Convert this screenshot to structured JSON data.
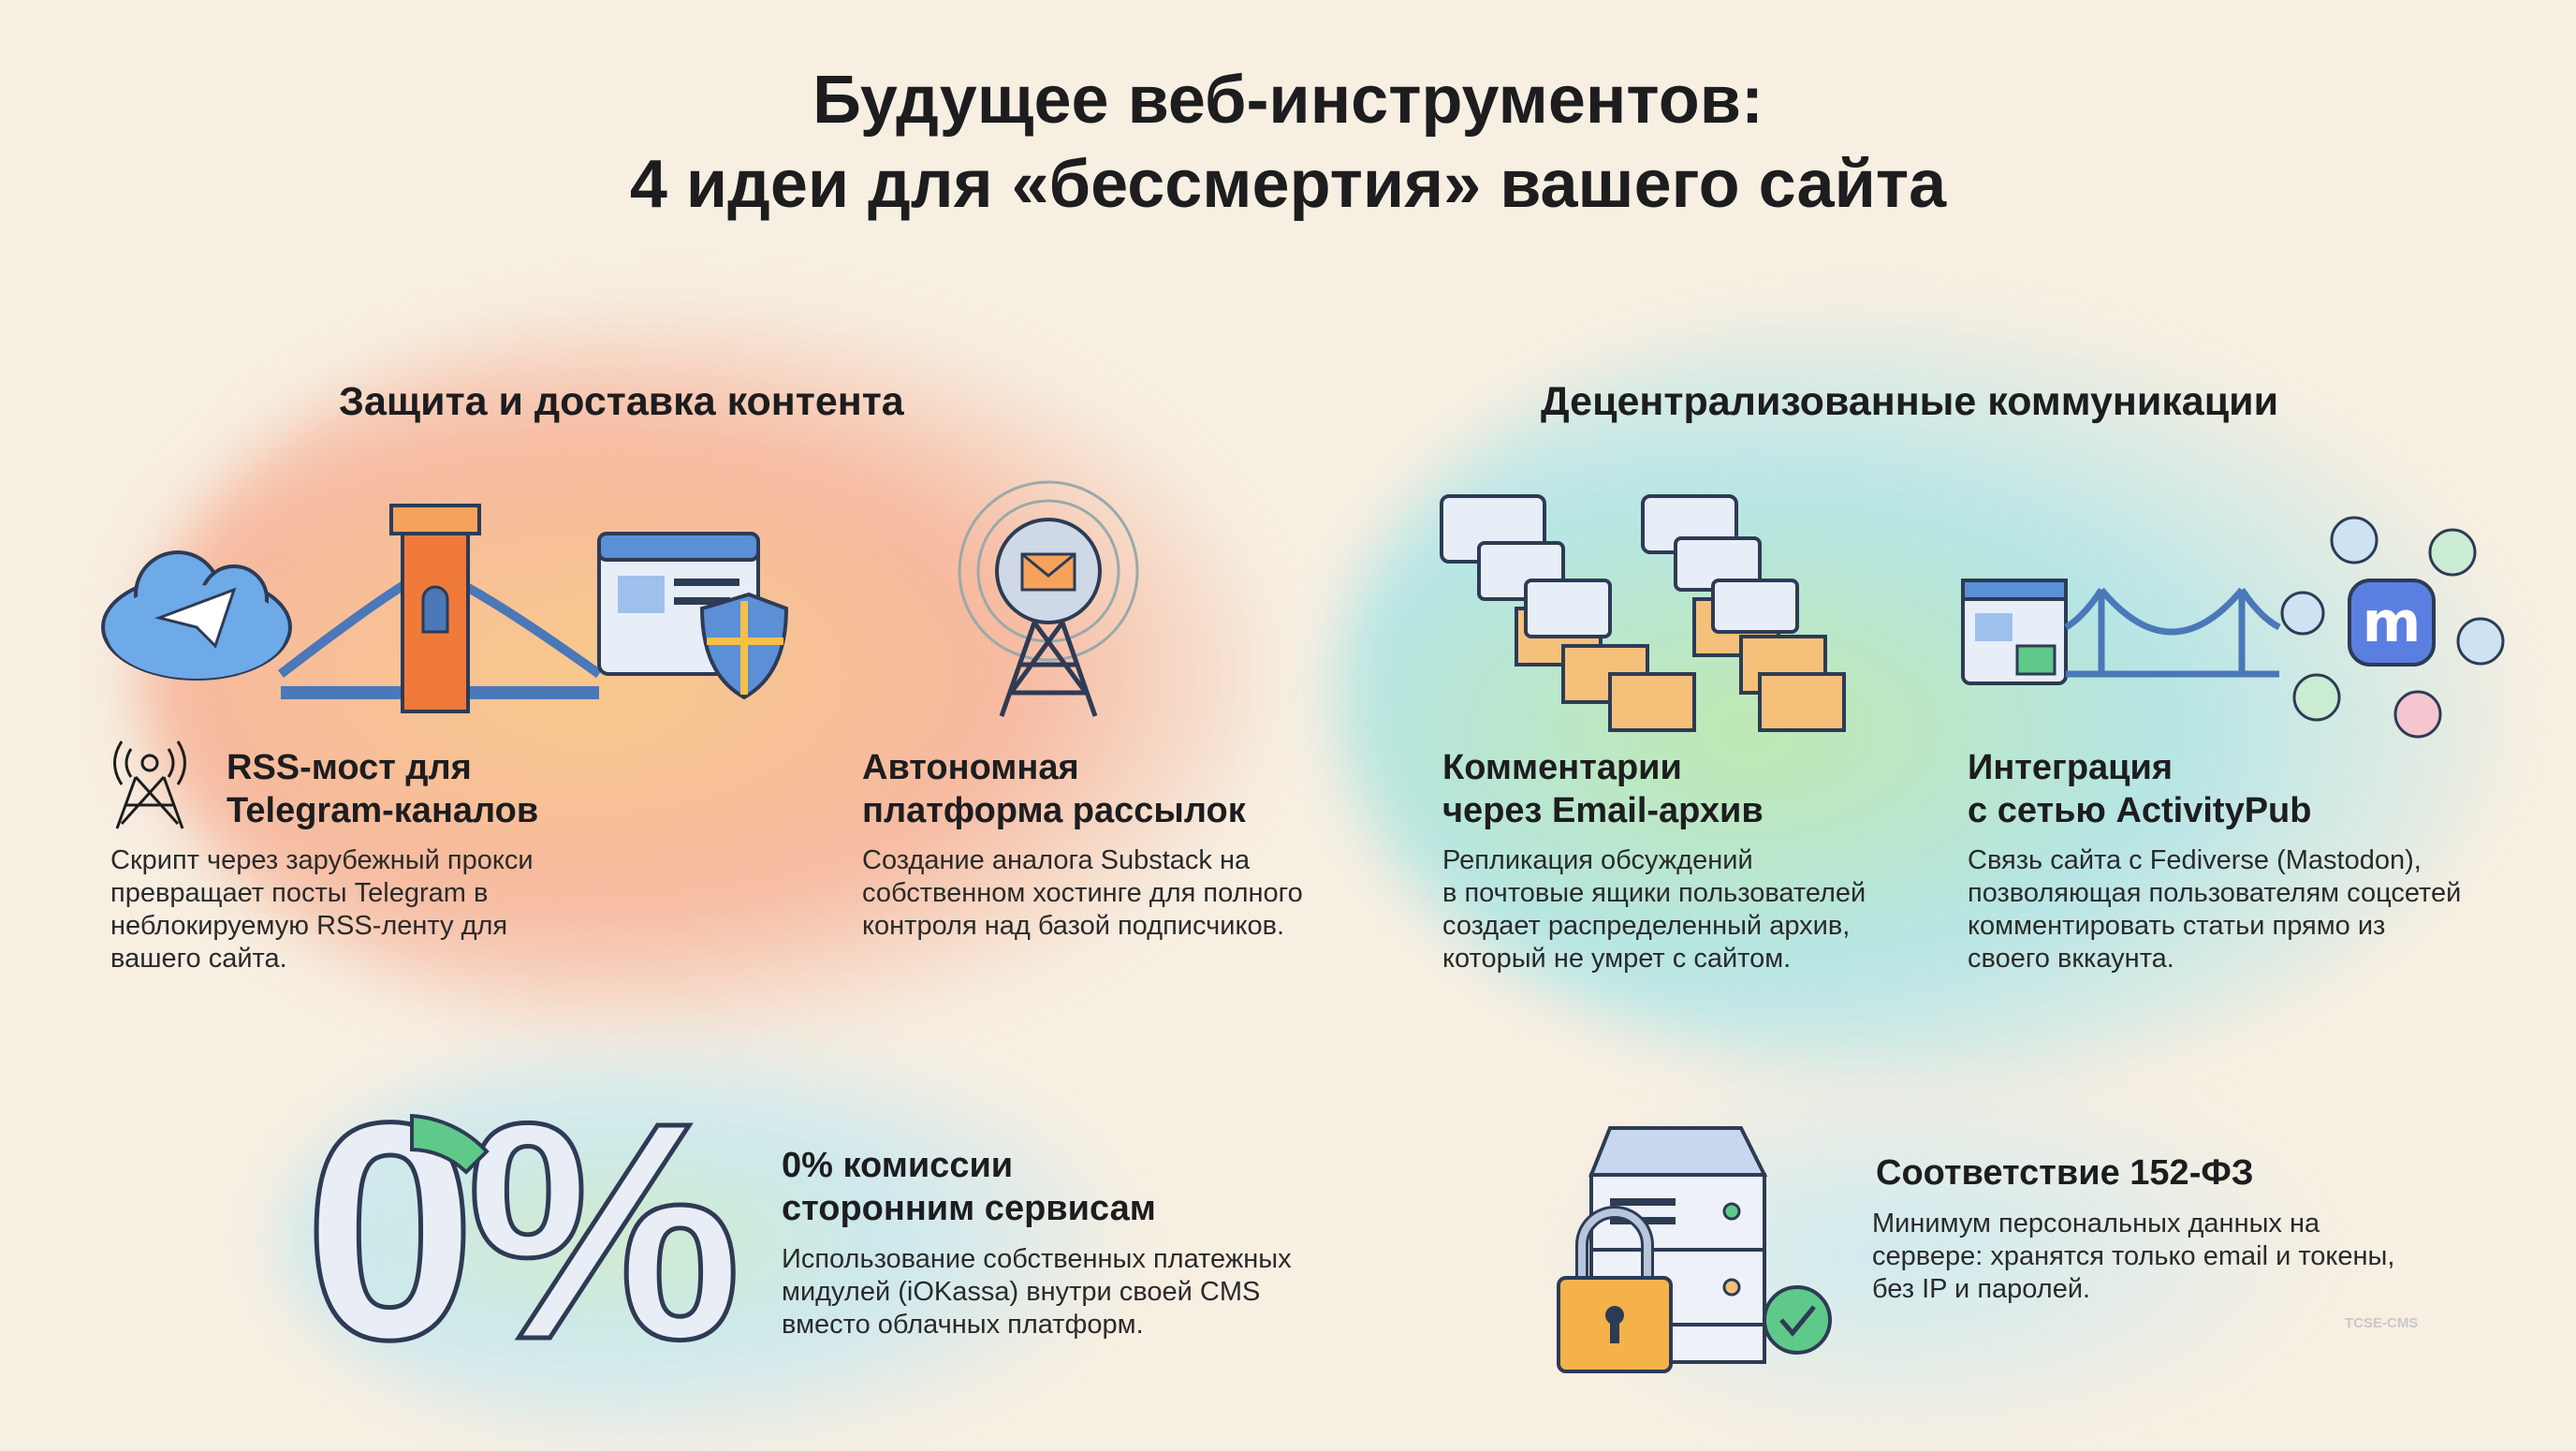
{
  "title": {
    "line1": "Будущее веб-инструментов:",
    "line2": "4 идеи для «бессмертия» вашего сайта"
  },
  "sections": {
    "left": "Защита и доставка контента",
    "right": "Децентрализованные коммуникации"
  },
  "cards": [
    {
      "title1": "RSS-мост для",
      "title2": "Telegram-каналов",
      "body": [
        "Скрипт через зарубежный прокси",
        "превращает посты Telegram в",
        "неблокируемую RSS-ленту для",
        "вашего сайта."
      ]
    },
    {
      "title1": "Автономная",
      "title2": "платформа рассылок",
      "body": [
        "Создание аналога Substack на",
        "собственном хостинге для полного",
        "контроля над базой подписчиков."
      ]
    },
    {
      "title1": "Комментарии",
      "title2": "через Email-архив",
      "body": [
        "Репликация обсуждений",
        "в почтовые ящики пользователей",
        "создает распределенный архив,",
        "который не умрет с сайтом."
      ]
    },
    {
      "title1": "Интеграция",
      "title2": "с сетью ActivityPub",
      "body": [
        "Связь сайта с Fediverse (Mastodon),",
        "позволяющая пользователям соцсетей",
        "комментировать статьи прямо из",
        "своего вккаунта."
      ]
    }
  ],
  "bottom": {
    "big_number": "0%",
    "commission": {
      "title1": "0% комиссии",
      "title2": "сторонним сервисам",
      "body": [
        "Использование собственных платежных",
        "мидулей (iOKassa) внутри своей CMS",
        "вместо облачных платформ."
      ]
    },
    "compliance": {
      "title": "Соответствие 152-ФЗ",
      "body": [
        "Минимум персональных данных на",
        "сервере: хранятся только email и токены,",
        "без IP и паролей."
      ]
    }
  },
  "watermark": "TCSE-CMS",
  "colors": {
    "orange": "#f5a35a",
    "blue": "#5b8fd6",
    "green": "#5fc98a",
    "text": "#1d1d1f"
  }
}
